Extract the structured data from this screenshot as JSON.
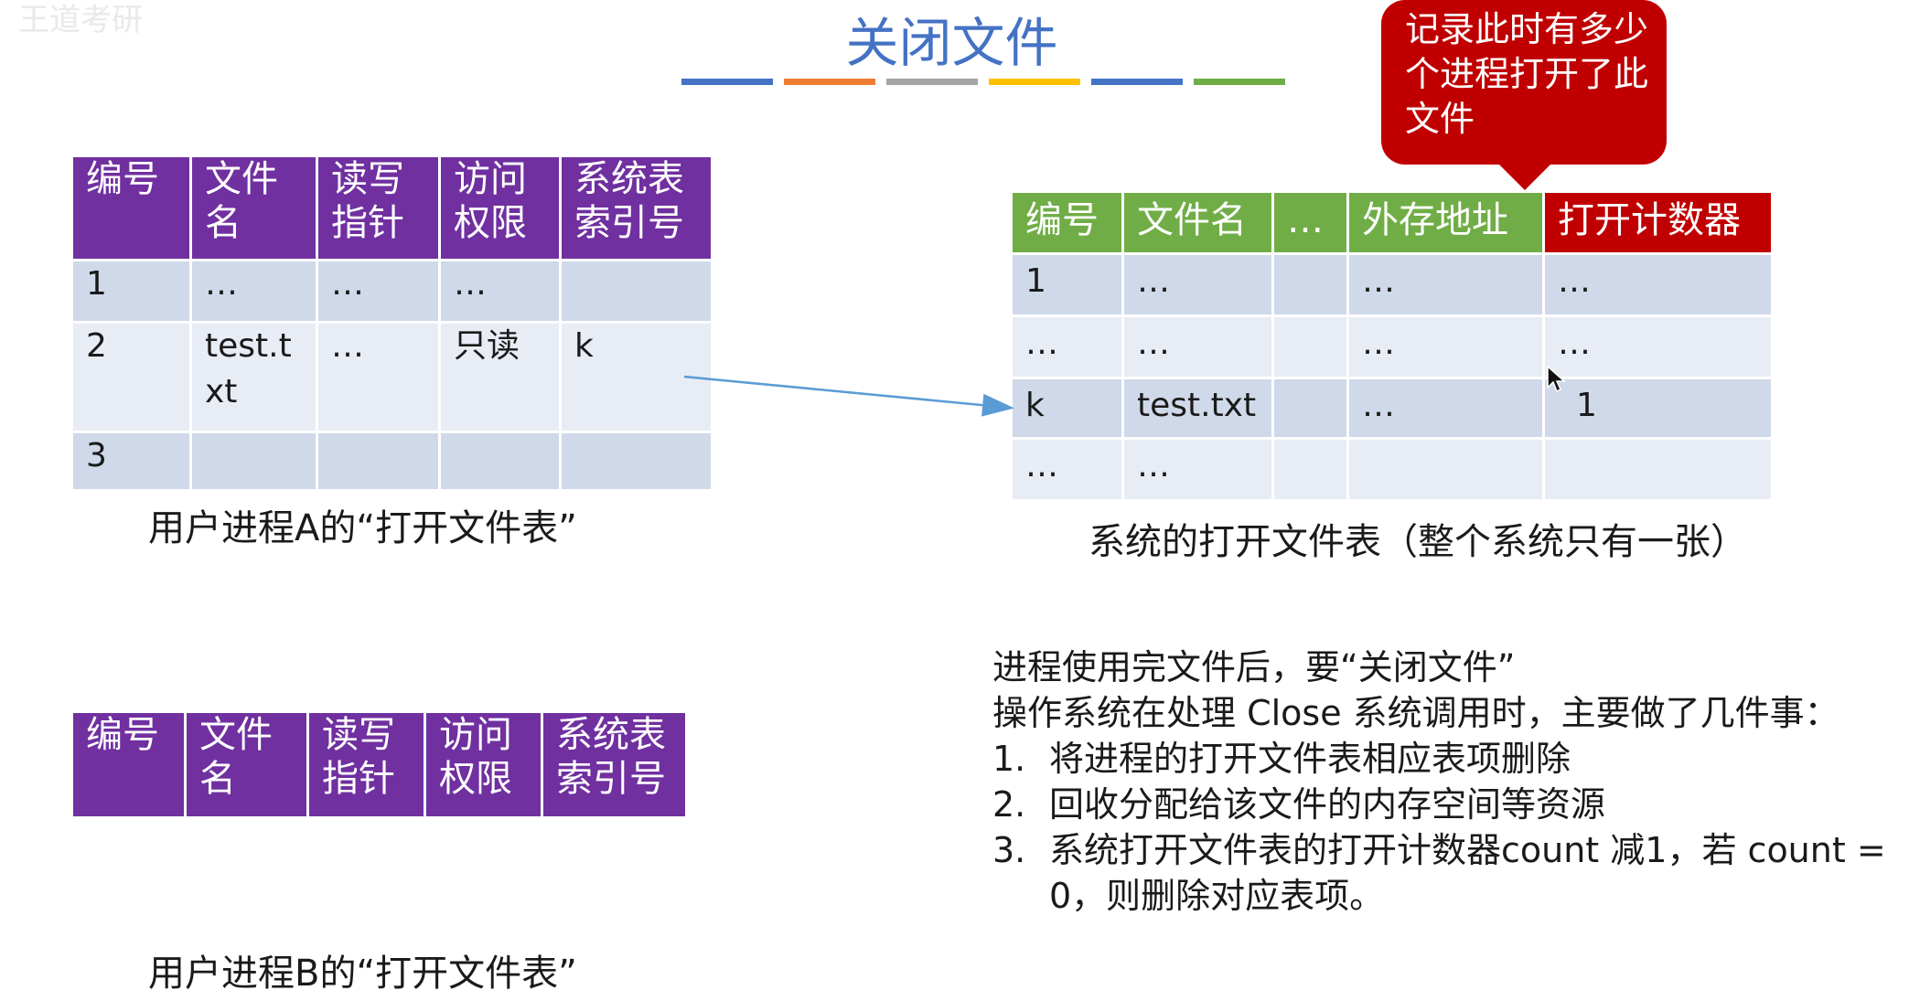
{
  "title": "关闭文件",
  "watermark": "王道考研",
  "accent_colors": [
    "#4472c4",
    "#ed7d31",
    "#a5a5a5",
    "#ffc000",
    "#4472c4",
    "#70ad47"
  ],
  "callout": {
    "text": "记录此时有多少个进程打开了此文件"
  },
  "processA": {
    "headers": [
      "编号",
      "文件名",
      "读写指针",
      "访问权限",
      "系统表索引号"
    ],
    "rows": [
      [
        "1",
        "…",
        "…",
        "…",
        ""
      ],
      [
        "2",
        "test.txt",
        "…",
        "只读",
        "k"
      ],
      [
        "3",
        "",
        "",
        "",
        ""
      ]
    ],
    "caption": "用户进程A的“打开文件表”"
  },
  "processB": {
    "headers": [
      "编号",
      "文件名",
      "读写指针",
      "访问权限",
      "系统表索引号"
    ],
    "caption": "用户进程B的“打开文件表”"
  },
  "system": {
    "headers": [
      "编号",
      "文件名",
      "…",
      "外存地址",
      "打开计数器"
    ],
    "rows": [
      [
        "1",
        "…",
        "",
        "…",
        "…"
      ],
      [
        "…",
        "…",
        "",
        "…",
        "…"
      ],
      [
        "k",
        "test.txt",
        "",
        "…",
        "1"
      ],
      [
        "…",
        "…",
        "",
        "",
        ""
      ]
    ],
    "caption": "系统的打开文件表（整个系统只有一张）"
  },
  "notes": {
    "line1": "进程使用完文件后，要“关闭文件”",
    "line2": "操作系统在处理 Close 系统调用时，主要做了几件事：",
    "items": [
      {
        "num": "1.",
        "text": "将进程的打开文件表相应表项删除"
      },
      {
        "num": "2.",
        "text": "回收分配给该文件的内存空间等资源"
      },
      {
        "num": "3.",
        "text": "系统打开文件表的打开计数器count 减1，若 count =",
        "cont": "0，则删除对应表项。"
      }
    ]
  }
}
